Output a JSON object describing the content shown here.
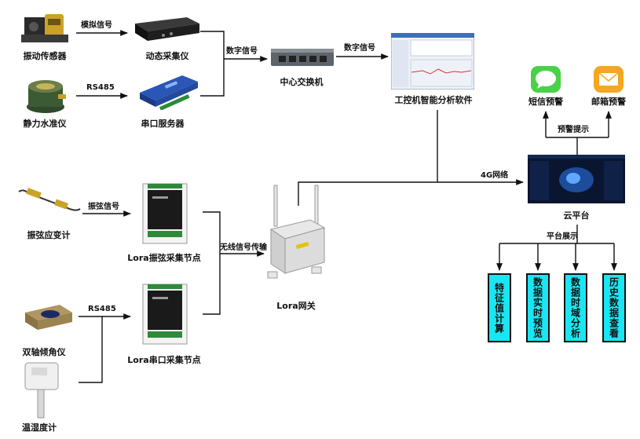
{
  "devices": {
    "vibration_sensor": "振动传感器",
    "dynamic_collector": "动态采集仪",
    "static_level": "静力水准仪",
    "serial_server": "串口服务器",
    "central_switch": "中心交换机",
    "analysis_software": "工控机智能分析软件",
    "sms_alert": "短信预警",
    "email_alert": "邮箱预警",
    "cloud_platform": "云平台",
    "strain_gauge": "振弦应变计",
    "lora_vw_node": "Lora振弦采集节点",
    "lora_gateway": "Lora网关",
    "inclinometer": "双轴倾角仪",
    "lora_serial_node": "Lora串口采集节点",
    "thermo_hygrometer": "温湿度计"
  },
  "edges": {
    "analog_signal": "模拟信号",
    "rs485_top": "RS485",
    "digital_signal_1": "数字信号",
    "digital_signal_2": "数字信号",
    "alert_prompt": "预警提示",
    "network_4g": "4G网络",
    "platform_display": "平台展示",
    "vw_signal": "振弦信号",
    "wireless_transmission": "无线信号传输",
    "rs485_bottom": "RS485"
  },
  "platform_functions": [
    "特征值计算",
    "数据实时预览",
    "数据时域分析",
    "历史数据查看"
  ],
  "colors": {
    "function_box_fill": "#19e6f2",
    "line": "#111111"
  }
}
